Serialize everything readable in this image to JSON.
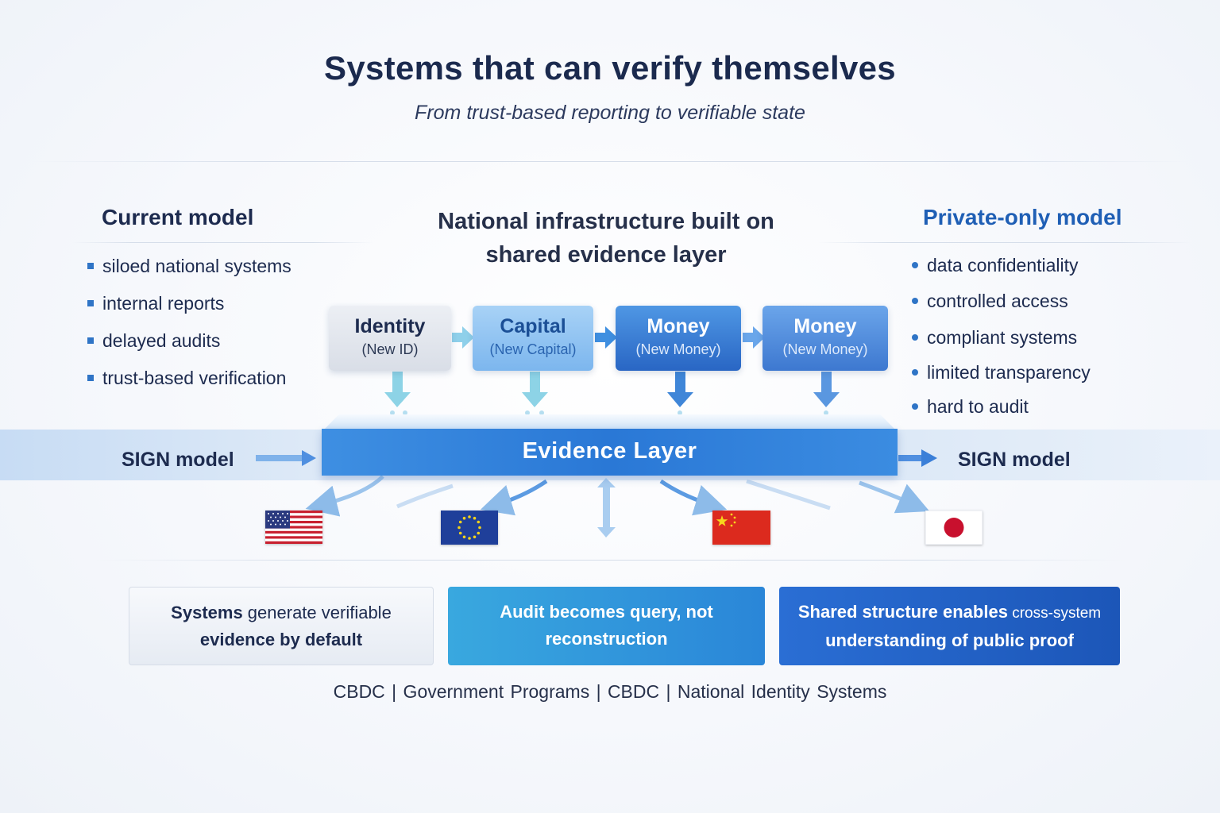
{
  "title": "Systems that can verify themselves",
  "subtitle": "From trust-based reporting to verifiable state",
  "left": {
    "heading": "Current model",
    "items": [
      "siloed national systems",
      "internal reports",
      "delayed audits",
      "trust-based verification"
    ]
  },
  "center": {
    "heading_line1": "National infrastructure built on",
    "heading_line2": "shared evidence layer",
    "boxes": [
      {
        "title": "Identity",
        "sub": "(New ID)"
      },
      {
        "title": "Capital",
        "sub": "(New Capital)"
      },
      {
        "title": "Money",
        "sub": "(New Money)"
      },
      {
        "title": "Money",
        "sub": "(New Money)"
      }
    ]
  },
  "right": {
    "heading": "Private-only model",
    "items": [
      "data confidentiality",
      "controlled access",
      "compliant systems",
      "limited transparency",
      "hard to audit"
    ]
  },
  "evidence_layer": {
    "label": "Evidence Layer",
    "sign_left": "SIGN model",
    "sign_right": "SIGN model"
  },
  "flags": [
    "us-flag",
    "eu-flag",
    "china-flag",
    "japan-flag"
  ],
  "cards": {
    "card1": {
      "bold": "Systems",
      "rest_line1": " generate verifiable",
      "line2": "evidence by default"
    },
    "card2": {
      "line1": "Audit becomes query, not",
      "line2": "reconstruction"
    },
    "card3": {
      "line1_main": "Shared structure enables",
      "line1_small": " cross-system",
      "line2": "understanding of public proof"
    }
  },
  "footer": "CBDC | Government Programs | CBDC | National Identity Systems",
  "colors": {
    "accent": "#2a78d6",
    "dark_text": "#1d2b4f",
    "right_heading": "#1f5fb5"
  }
}
